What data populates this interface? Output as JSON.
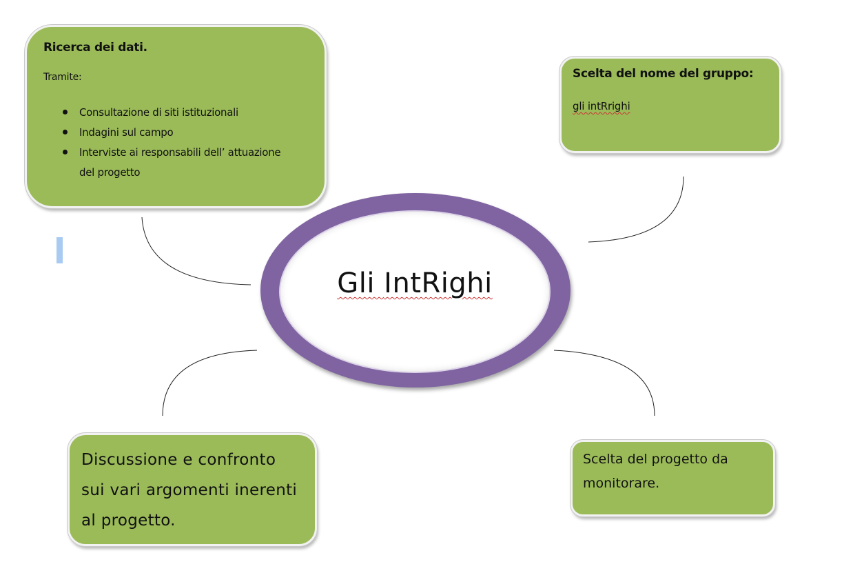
{
  "center": {
    "prefix": "Gli ",
    "name": "IntRighi"
  },
  "nodes": {
    "ricerca": {
      "title": "Ricerca dei dati.",
      "subtitle": "Tramite:",
      "items": [
        "Consultazione di siti istituzionali",
        "Indagini sul campo",
        "Interviste ai responsabili dell’ attuazione del progetto"
      ]
    },
    "nome": {
      "title": "Scelta del nome del gruppo:",
      "text": "gli intRrighi"
    },
    "discussione": {
      "lines": [
        "Discussione e confronto",
        "sui vari argomenti inerenti",
        "al progetto."
      ]
    },
    "progetto": {
      "lines": [
        "Scelta del progetto da",
        "monitorare."
      ]
    }
  },
  "colors": {
    "node_fill": "#9bbb59",
    "ellipse_ring": "#8064a2",
    "spellcheck_underline": "#cc3333",
    "cursor_mark": "#a9cbf2"
  }
}
